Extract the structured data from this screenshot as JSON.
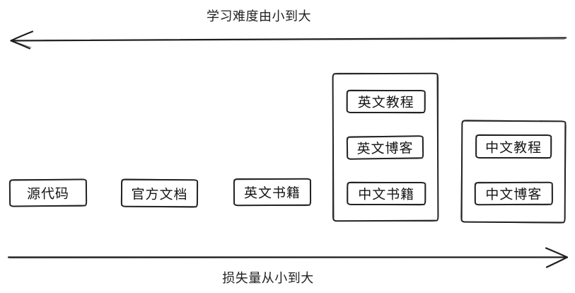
{
  "diagram": {
    "axes": {
      "top": {
        "label": "学习难度由小到大",
        "direction": "left"
      },
      "bottom": {
        "label": "损失量从小到大",
        "direction": "right"
      }
    },
    "standalone_boxes": [
      {
        "label": "源代码"
      },
      {
        "label": "官方文档"
      },
      {
        "label": "英文书籍"
      }
    ],
    "groups": [
      {
        "items": [
          {
            "label": "英文教程"
          },
          {
            "label": "英文博客"
          },
          {
            "label": "中文书籍"
          }
        ]
      },
      {
        "items": [
          {
            "label": "中文教程"
          },
          {
            "label": "中文博客"
          }
        ]
      }
    ],
    "colors": {
      "stroke": "#1f1f1f",
      "text": "#141414",
      "background": "#ffffff"
    }
  }
}
